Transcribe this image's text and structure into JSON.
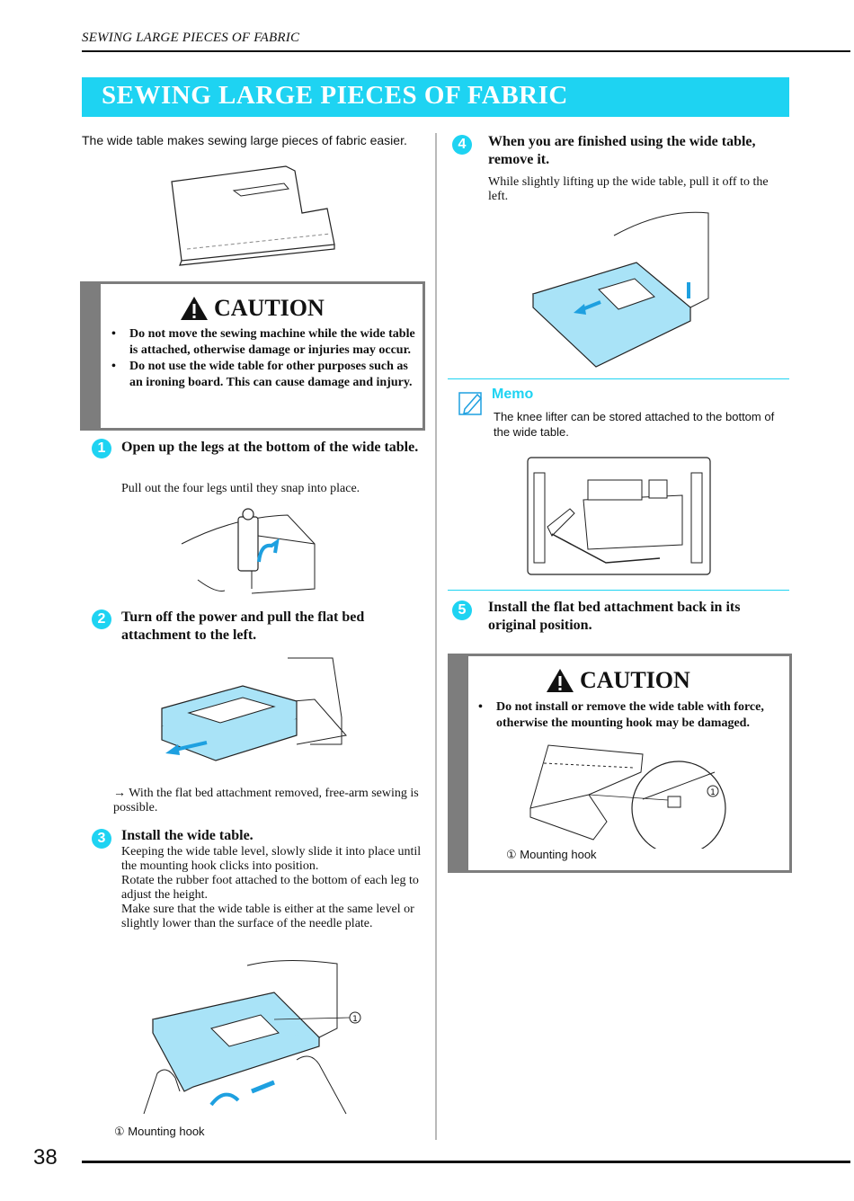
{
  "header": {
    "running_title": "SEWING LARGE PIECES OF FABRIC"
  },
  "section": {
    "title": "SEWING LARGE PIECES OF FABRIC",
    "intro": "The wide table makes sewing large pieces of fabric easier."
  },
  "caution1": {
    "title": "CAUTION",
    "items": [
      "Do not move the sewing machine while the wide table is attached, otherwise damage or injuries may occur.",
      "Do not use the wide table for other purposes such as an ironing board. This can cause damage and injury."
    ]
  },
  "steps": [
    {
      "num": "1",
      "title": "Open up the legs at the bottom of the wide table.",
      "body": "Pull out the four legs until they snap into place."
    },
    {
      "num": "2",
      "title": "Turn off the power and pull the flat bed attachment to the left.",
      "result": "→  With the flat bed attachment removed, free-arm sewing is possible."
    },
    {
      "num": "3",
      "title": "Install the wide table.",
      "body": "Keeping the wide table level, slowly slide it into place until the mounting hook clicks into position.\nRotate the rubber foot attached to the bottom of each leg to adjust the height.\nMake sure that the wide table is either at the same level or slightly lower than the surface of the needle plate.",
      "caption": "① Mounting hook"
    },
    {
      "num": "4",
      "title": "When you are finished using the wide table, remove it.",
      "body": "While slightly lifting up the wide table, pull it off to the left."
    },
    {
      "num": "5",
      "title": "Install the flat bed attachment back in its original position."
    }
  ],
  "memo": {
    "label": "Memo",
    "text": "The knee lifter can be stored attached to the bottom of the wide table."
  },
  "caution2": {
    "title": "CAUTION",
    "items": [
      "Do not install or remove the wide table with force, otherwise the mounting hook may be damaged."
    ],
    "caption": "① Mounting hook"
  },
  "footer": {
    "page_number": "38"
  },
  "colors": {
    "accent": "#1ed3f2",
    "table_blue": "#a9e3f7",
    "caution_gray": "#7d7d7d"
  }
}
